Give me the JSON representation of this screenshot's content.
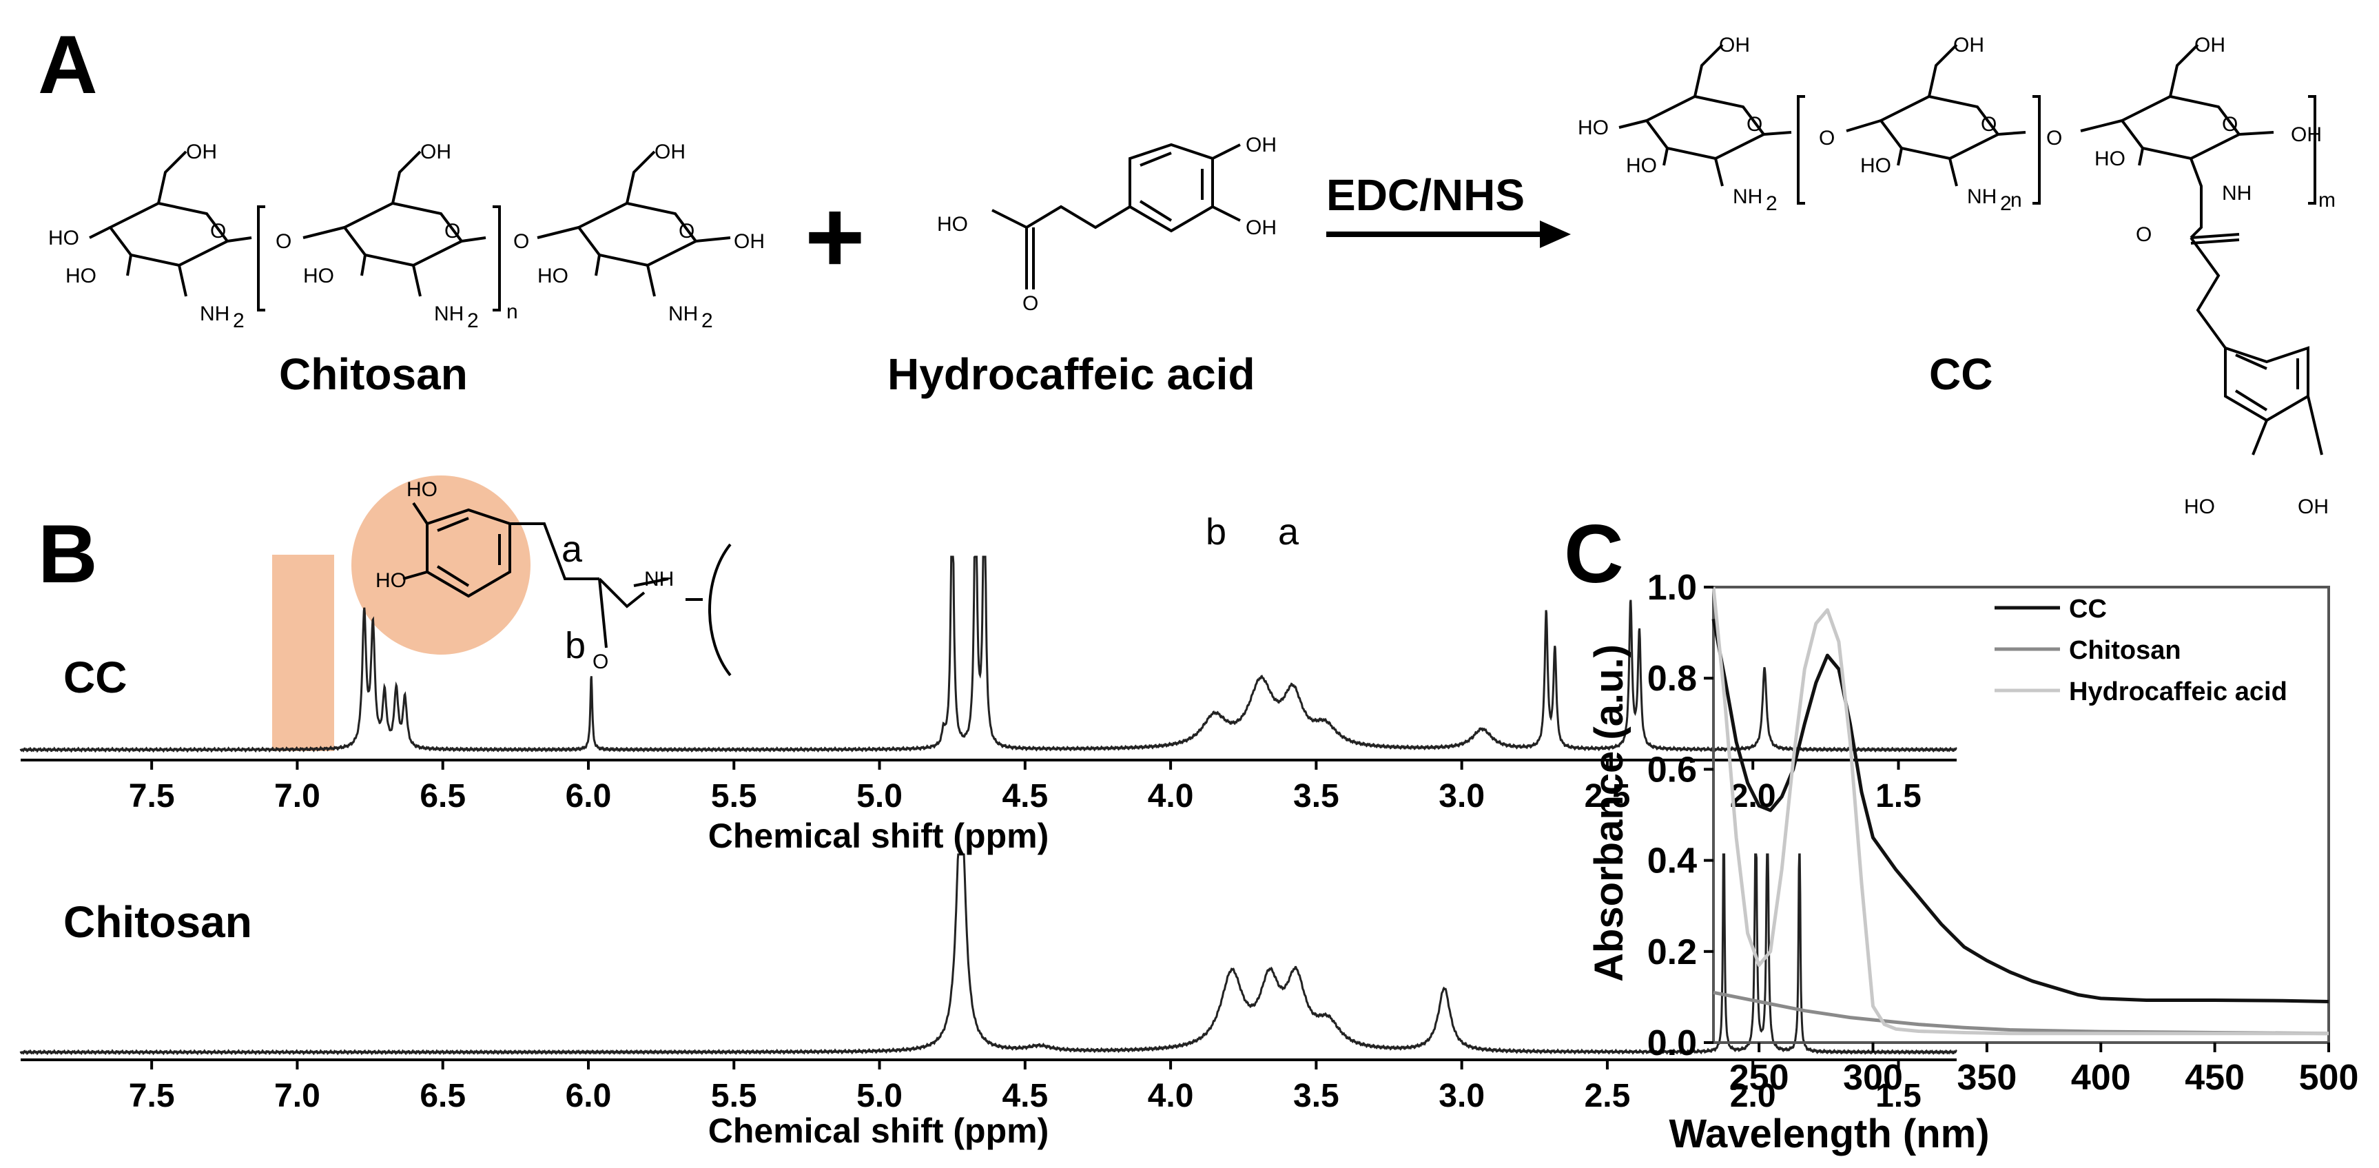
{
  "panel_labels": {
    "a": "A",
    "b": "B",
    "c": "C"
  },
  "scheme": {
    "chitosan_label": "Chitosan",
    "hydrocaffeic_label": "Hydrocaffeic acid",
    "cc_label": "CC",
    "plus": "+",
    "reagent": "EDC/NHS",
    "atoms": {
      "oh": "OH",
      "ho": "HO",
      "o": "O",
      "nh2": "NH",
      "sub2": "2",
      "nh": "NH",
      "n": "n",
      "m": "m"
    }
  },
  "nmr": {
    "cc_label": "CC",
    "chitosan_label": "Chitosan",
    "xlabel": "Chemical shift (ppm)",
    "peak_label_a": "a",
    "peak_label_b": "b",
    "highlight_color": "#f4c19f",
    "ticks": [
      "7.5",
      "7.0",
      "6.5",
      "6.0",
      "5.5",
      "5.0",
      "4.5",
      "4.0",
      "3.5",
      "3.0",
      "2.5",
      "2.0",
      "1.5"
    ],
    "xlim": [
      7.95,
      1.3
    ],
    "cc_peaks": [
      {
        "ppm": 6.77,
        "h": 0.8,
        "w": 0.008
      },
      {
        "ppm": 6.74,
        "h": 0.72,
        "w": 0.008
      },
      {
        "ppm": 6.7,
        "h": 0.32,
        "w": 0.008
      },
      {
        "ppm": 6.66,
        "h": 0.35,
        "w": 0.008
      },
      {
        "ppm": 6.63,
        "h": 0.3,
        "w": 0.008
      },
      {
        "ppm": 5.99,
        "h": 0.45,
        "w": 0.004
      },
      {
        "ppm": 4.78,
        "h": 0.09,
        "w": 0.006
      },
      {
        "ppm": 4.75,
        "h": 1.6,
        "w": 0.006
      },
      {
        "ppm": 4.67,
        "h": 1.6,
        "w": 0.006
      },
      {
        "ppm": 4.64,
        "h": 1.6,
        "w": 0.006
      },
      {
        "ppm": 3.85,
        "h": 0.18,
        "w": 0.05
      },
      {
        "ppm": 3.69,
        "h": 0.38,
        "w": 0.05
      },
      {
        "ppm": 3.58,
        "h": 0.3,
        "w": 0.04
      },
      {
        "ppm": 3.47,
        "h": 0.12,
        "w": 0.05
      },
      {
        "ppm": 2.93,
        "h": 0.12,
        "w": 0.04
      },
      {
        "ppm": 2.71,
        "h": 0.82,
        "w": 0.006
      },
      {
        "ppm": 2.68,
        "h": 0.6,
        "w": 0.006
      },
      {
        "ppm": 2.42,
        "h": 0.88,
        "w": 0.006
      },
      {
        "ppm": 2.39,
        "h": 0.7,
        "w": 0.006
      },
      {
        "ppm": 1.96,
        "h": 0.5,
        "w": 0.008
      }
    ],
    "chitosan_peaks": [
      {
        "ppm": 4.72,
        "h": 1.6,
        "w": 0.018
      },
      {
        "ppm": 4.45,
        "h": 0.03,
        "w": 0.05
      },
      {
        "ppm": 3.79,
        "h": 0.45,
        "w": 0.045
      },
      {
        "ppm": 3.66,
        "h": 0.38,
        "w": 0.04
      },
      {
        "ppm": 3.57,
        "h": 0.4,
        "w": 0.04
      },
      {
        "ppm": 3.46,
        "h": 0.15,
        "w": 0.05
      },
      {
        "ppm": 3.06,
        "h": 0.38,
        "w": 0.025
      },
      {
        "ppm": 2.1,
        "h": 1.6,
        "w": 0.003
      },
      {
        "ppm": 1.99,
        "h": 1.6,
        "w": 0.004
      },
      {
        "ppm": 1.95,
        "h": 1.6,
        "w": 0.004
      },
      {
        "ppm": 1.84,
        "h": 1.6,
        "w": 0.003
      }
    ]
  },
  "chart_data": {
    "type": "line",
    "xlabel": "Wavelength (nm)",
    "ylabel": "Absorbance (a.u.)",
    "xlim": [
      230,
      500
    ],
    "ylim": [
      0,
      1.0
    ],
    "xticks": [
      250,
      300,
      350,
      400,
      450,
      500
    ],
    "yticks": [
      0.0,
      0.2,
      0.4,
      0.6,
      0.8,
      1.0
    ],
    "legend_position": "top-right",
    "series": [
      {
        "name": "CC",
        "color": "#111111",
        "x": [
          230,
          235,
          240,
          245,
          250,
          255,
          260,
          265,
          270,
          275,
          280,
          285,
          290,
          295,
          300,
          310,
          320,
          330,
          340,
          350,
          360,
          370,
          380,
          390,
          400,
          420,
          450,
          480,
          500
        ],
        "y": [
          0.93,
          0.8,
          0.66,
          0.57,
          0.52,
          0.51,
          0.54,
          0.6,
          0.7,
          0.79,
          0.85,
          0.82,
          0.7,
          0.55,
          0.45,
          0.38,
          0.32,
          0.26,
          0.21,
          0.18,
          0.155,
          0.135,
          0.12,
          0.105,
          0.097,
          0.093,
          0.093,
          0.092,
          0.09
        ]
      },
      {
        "name": "Chitosan",
        "color": "#8a8a8a",
        "x": [
          230,
          250,
          270,
          290,
          300,
          320,
          340,
          360,
          400,
          450,
          500
        ],
        "y": [
          0.11,
          0.09,
          0.07,
          0.055,
          0.05,
          0.04,
          0.033,
          0.028,
          0.024,
          0.022,
          0.02
        ]
      },
      {
        "name": "Hydrocaffeic acid",
        "color": "#c8c8c8",
        "x": [
          230,
          235,
          240,
          245,
          250,
          255,
          260,
          265,
          270,
          275,
          280,
          285,
          290,
          295,
          300,
          305,
          310,
          320,
          340,
          360,
          400,
          450,
          500
        ],
        "y": [
          1.0,
          0.75,
          0.45,
          0.24,
          0.17,
          0.2,
          0.38,
          0.62,
          0.82,
          0.92,
          0.95,
          0.88,
          0.66,
          0.35,
          0.08,
          0.04,
          0.03,
          0.025,
          0.022,
          0.02,
          0.02,
          0.02,
          0.02
        ]
      }
    ]
  }
}
